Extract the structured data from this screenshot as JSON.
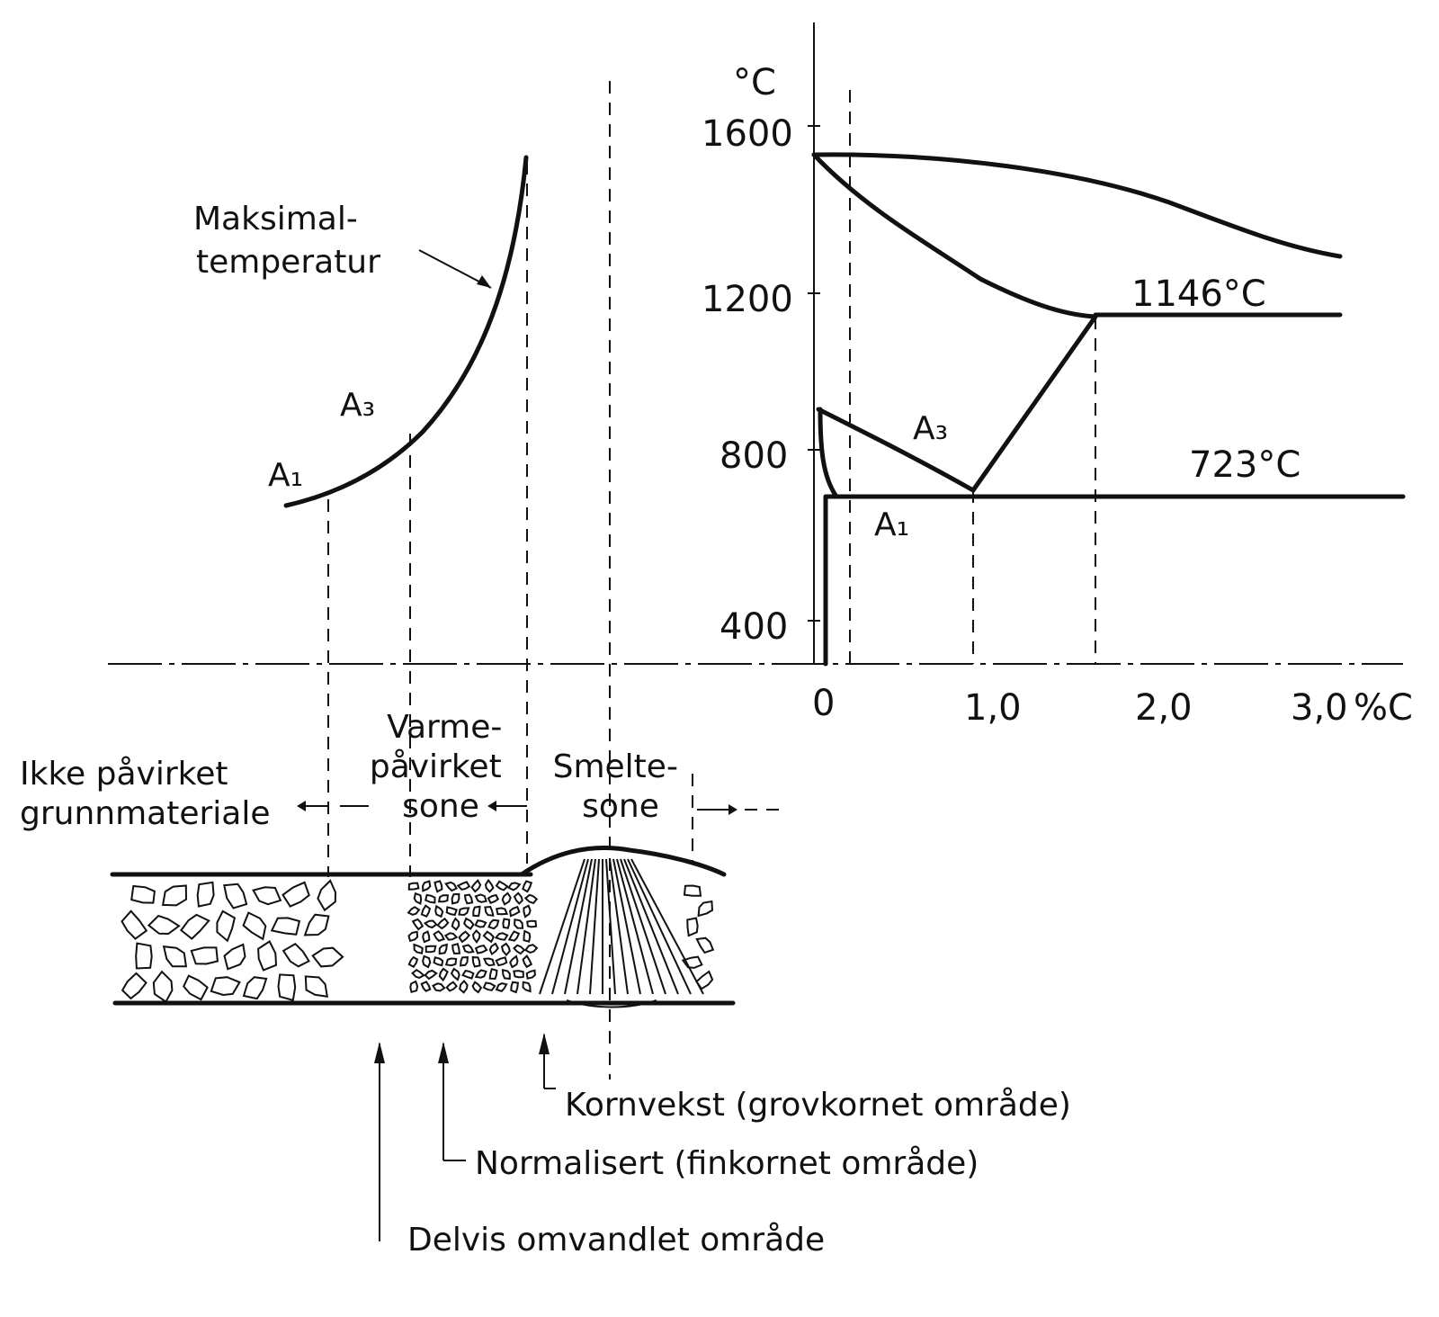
{
  "left_diagram": {
    "curve_label": "Maksimal-\ntemperatur",
    "point_a1": "A₁",
    "point_a3": "A₃"
  },
  "phase_diagram": {
    "y_unit": "°C",
    "y_ticks": [
      "1600",
      "1200",
      "800",
      "400"
    ],
    "x_ticks": [
      "0",
      "1,0",
      "2,0",
      "3,0"
    ],
    "x_unit": "%C",
    "label_1146": "1146°C",
    "label_723": "723°C",
    "label_a3": "A₃",
    "label_a1": "A₁"
  },
  "zones": {
    "unaffected": "Ikke påvirket\ngrunnmateriale",
    "haz": "Varme-\npåvirket\nsone",
    "fusion": "Smelte-\nsone"
  },
  "callouts": {
    "grain_growth": "Kornvekst (grovkornet område)",
    "normalized": "Normalisert (finkornet område)",
    "partial": "Delvis omvandlet område"
  }
}
